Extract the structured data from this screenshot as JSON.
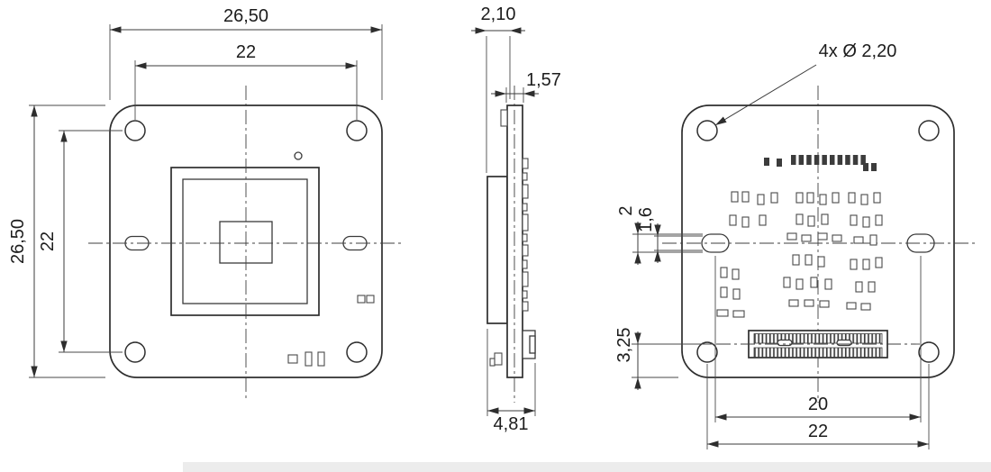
{
  "front_view": {
    "dim_overall_width": "26,50",
    "dim_hole_spacing_h": "22",
    "dim_overall_height": "26,50",
    "dim_hole_spacing_v": "22"
  },
  "side_view": {
    "dim_module_thickness": "2,10",
    "dim_pcb_thickness": "1,57",
    "dim_overall_depth": "4,81"
  },
  "back_view": {
    "dim_mounting_holes": "4x Ø 2,20",
    "dim_slot_width": "2",
    "dim_slot_inner_width": "1,6",
    "dim_connector_offset": "3,25",
    "dim_slot_spacing": "20",
    "dim_hole_spacing": "22"
  }
}
